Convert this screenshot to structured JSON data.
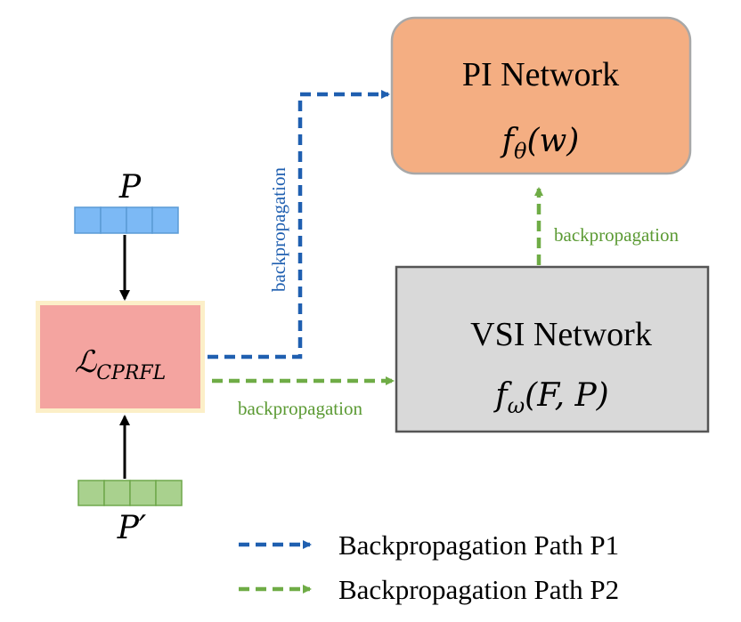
{
  "pi_network": {
    "title": "PI Network",
    "func": "f",
    "sub": "θ",
    "args": "(w)",
    "fill": "#f4ae82",
    "stroke": "#a8a8a8"
  },
  "vsi_network": {
    "title": "VSI Network",
    "func": "f",
    "sub": "ω",
    "args": "(F, P)",
    "fill": "#d9d9d9",
    "stroke": "#555555"
  },
  "loss": {
    "script": "ℒ",
    "sub": "CPRFL",
    "fill": "#f4a4a0",
    "border": "#fcefc8"
  },
  "vector_p": {
    "label": "P",
    "fill": "#7cb9f5",
    "stroke": "#5b9bd5",
    "cells": 4
  },
  "vector_p_prime": {
    "label": "P′",
    "fill": "#a9d18e",
    "stroke": "#6fa84b",
    "cells": 4
  },
  "edge_labels": {
    "blue_vertical": "backpropagation",
    "green_right": "backpropagation",
    "green_bottom": "backpropagation"
  },
  "legend": {
    "p1": "Backpropagation Path P1",
    "p2": "Backpropagation Path P2"
  },
  "colors": {
    "blue_path": "#1f5fb0",
    "green_path": "#6fac46",
    "green_text": "#5b9a33",
    "blue_text": "#1f5fb0",
    "solid_arrow": "#000000"
  }
}
